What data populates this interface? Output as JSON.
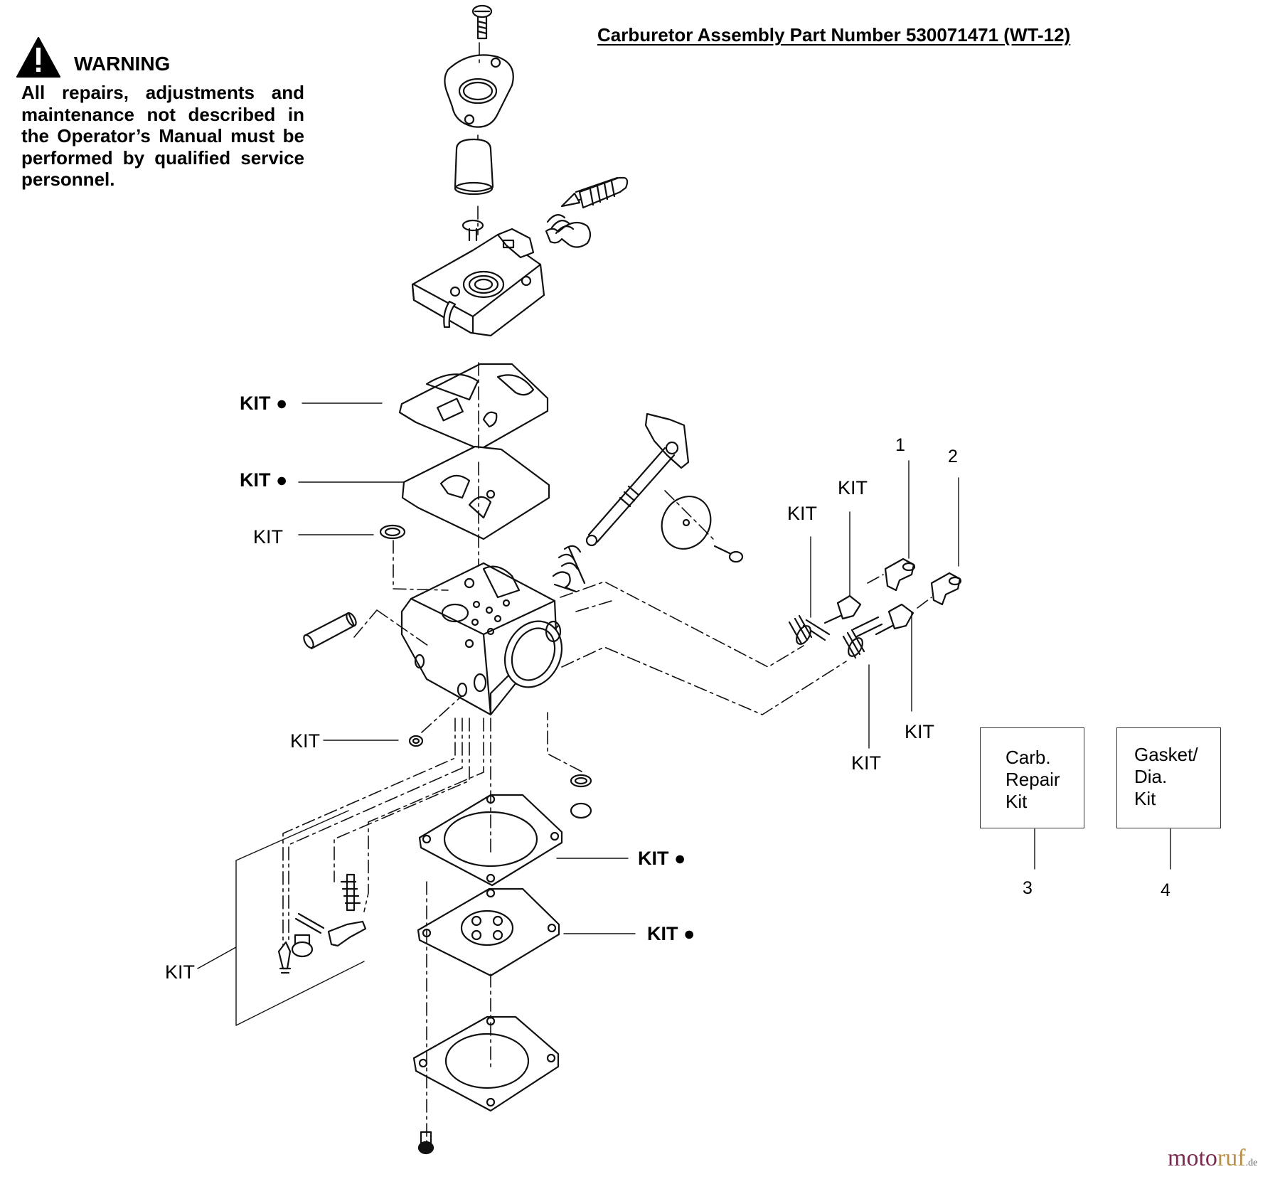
{
  "header": {
    "title": "Carburetor Assembly Part Number 530071471  (WT-12)"
  },
  "warning": {
    "heading": "WARNING",
    "text": "All repairs, adjustments and maintenance not described in the Operator’s Manual must be performed by qualified service personnel.",
    "icon": "warning-triangle-icon"
  },
  "callouts": {
    "kit_bold": "KIT ●",
    "kit": "KIT",
    "num_1": "1",
    "num_2": "2",
    "num_3": "3",
    "num_4": "4"
  },
  "kits": [
    {
      "lines": [
        "Carb.",
        "Repair",
        "Kit"
      ],
      "number": "3"
    },
    {
      "lines": [
        "Gasket/",
        "Dia.",
        "Kit"
      ],
      "number": "4"
    }
  ],
  "watermark": {
    "moto": "moto",
    "ruf": "ruf",
    "tld": ".de",
    "moto_color": "#7b2a50",
    "ruf_color": "#b8904a"
  }
}
